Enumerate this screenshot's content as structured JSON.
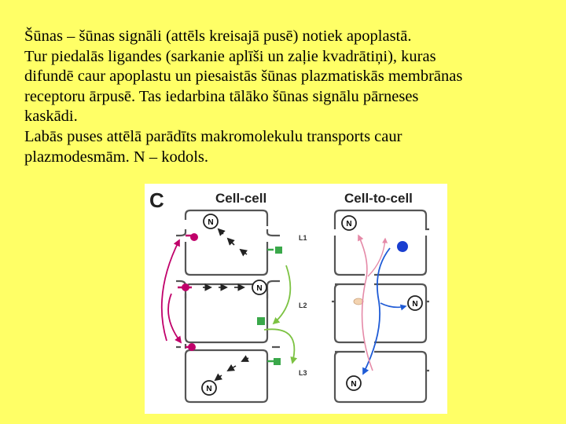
{
  "text": {
    "lines": [
      "Šūnas – šūnas signāli (attēls kreisajā pusē) notiek apoplastā.",
      "Tur piedalās ligandes (sarkanie aplīši un zaļie kvadrātiņi), kuras",
      "difundē caur apoplastu un piesaistās šūnas plazmatiskās membrānas",
      "receptoru ārpusē. Tas iedarbina tālāko šūnas signālu pārneses",
      "kaskādi.",
      "Labās puses attēlā parādīts makromolekulu transports caur",
      "plazmodesmām. N – kodols."
    ]
  },
  "figure": {
    "panel_letter": "C",
    "left_title": "Cell-cell",
    "right_title": "Cell-to-cell",
    "layer_labels": [
      "L1",
      "L2",
      "L3"
    ],
    "nucleus_label": "N",
    "colors": {
      "background": "#ffff66",
      "ligand_red": "#c0006a",
      "ligand_green": "#3aa84a",
      "arrow_pink": "#e58aa8",
      "arrow_green": "#7cc242",
      "arrow_blue": "#1f5bd6",
      "macromolecule_blue": "#1a3fd0",
      "vesicle": "#f3d3b0",
      "cell_outline": "#555555"
    }
  }
}
